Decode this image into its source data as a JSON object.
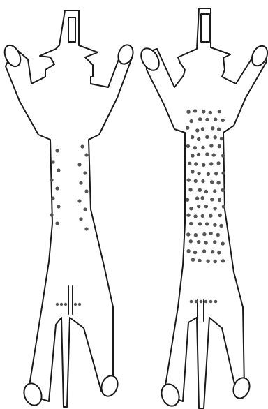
{
  "figures": [
    {
      "id": "left",
      "pattern": "lateral-bands"
    },
    {
      "id": "right",
      "pattern": "full-trunk"
    }
  ],
  "colors": {
    "line": "#1a1a1a",
    "dot": "#555555",
    "background": "#ffffff"
  }
}
